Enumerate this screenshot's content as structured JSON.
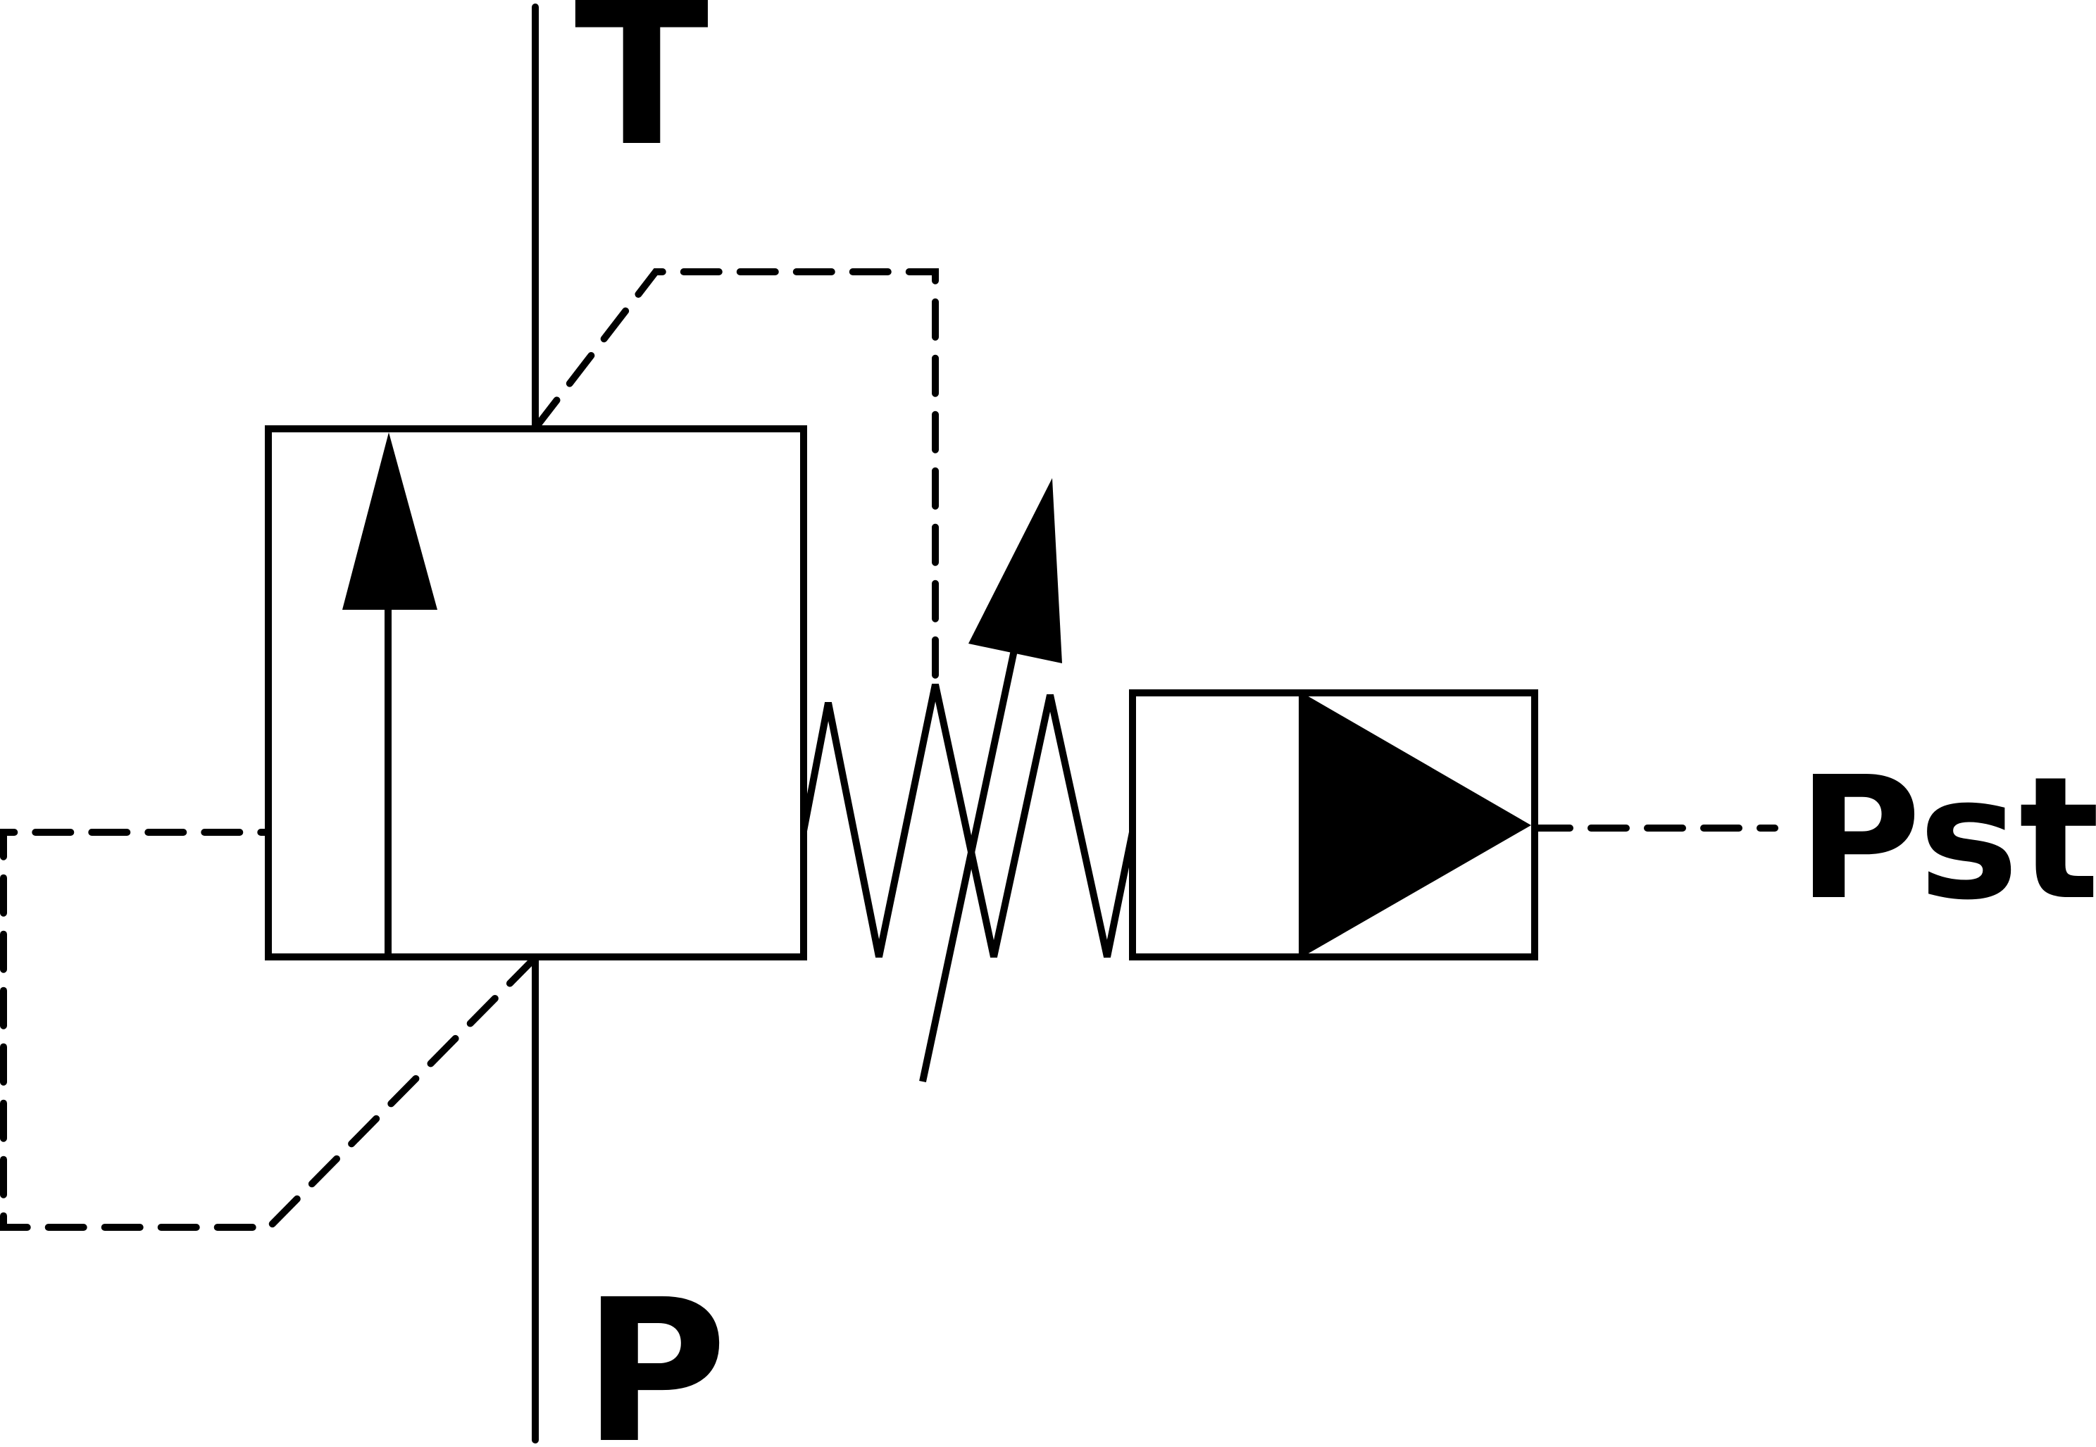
{
  "diagram": {
    "labels": {
      "tank_port": "T",
      "pressure_port": "P",
      "pilot_port": "Pst"
    },
    "colors": {
      "line": "#000000",
      "background": "#ffffff"
    }
  }
}
